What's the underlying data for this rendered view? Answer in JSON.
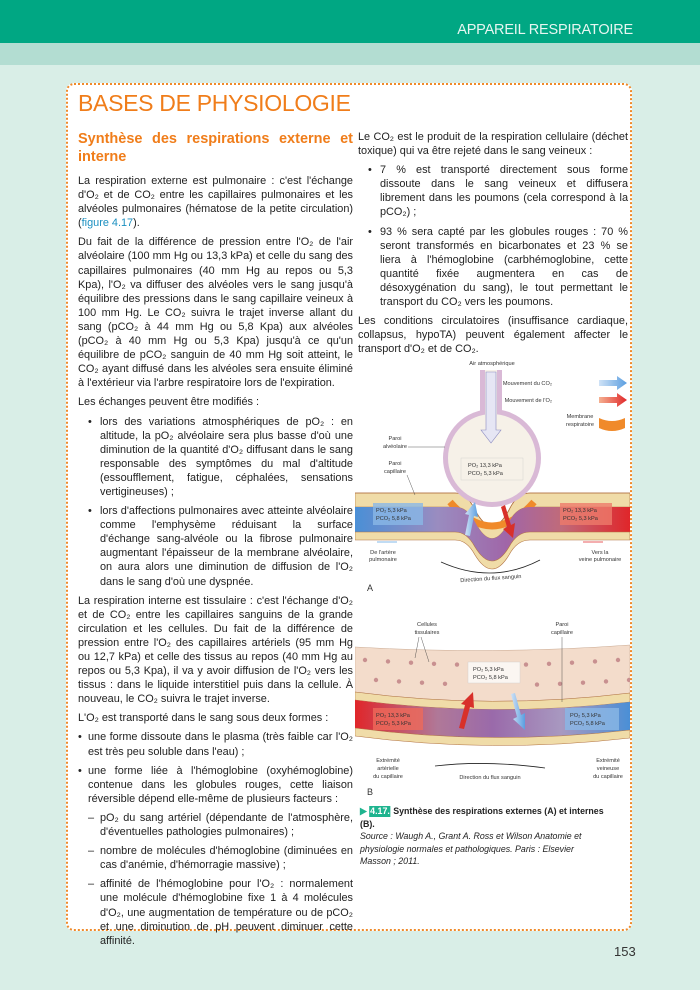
{
  "header": {
    "section": "APPAREIL RESPIRATOIRE"
  },
  "page": {
    "title": "BASES DE PHYSIOLOGIE",
    "number": "153"
  },
  "colors": {
    "header": "#00a783",
    "accent": "#f07d1a",
    "link": "#1a8fc0"
  },
  "left": {
    "heading": "Synthèse des respirations externe et interne",
    "p1a": "La respiration externe est pulmonaire : c'est l'échange d'O₂ et de CO₂ entre les capillaires pulmonaires et les alvéoles pulmonaires (hématose de la petite circulation) (",
    "p1link": "figure 4.17",
    "p1b": ").",
    "p2": "Du fait de la différence de pression entre l'O₂ de l'air alvéolaire (100 mm Hg ou 13,3 kPa) et celle du sang des capillaires pulmonaires (40 mm Hg au repos ou 5,3 Kpa), l'O₂ va diffuser des alvéoles vers le sang jusqu'à équilibre des pressions dans le sang capillaire veineux à 100 mm Hg. Le CO₂ suivra le trajet inverse allant du sang (pCO₂ à 44 mm Hg ou 5,8 Kpa) aux alvéoles (pCO₂ à 40 mm Hg ou 5,3 Kpa) jusqu'à ce qu'un équilibre de pCO₂ sanguin de 40 mm Hg soit atteint, le CO₂ ayant diffusé dans les alvéoles sera ensuite éliminé à l'extérieur via l'arbre respiratoire lors de l'expiration.",
    "p3": "Les échanges peuvent être modifiés :",
    "b1": "lors des variations atmosphériques de pO₂ : en altitude, la pO₂ alvéolaire sera plus basse d'où une diminution de la quantité d'O₂ diffusant dans le sang responsable des symptômes du mal d'altitude (essoufflement, fatigue, céphalées, sensations vertigineuses) ;",
    "b2": "lors d'affections pulmonaires avec atteinte alvéolaire comme l'emphysème réduisant la surface d'échange sang-alvéole ou la fibrose pulmonaire augmentant l'épaisseur de la membrane alvéolaire, on aura alors une diminution de diffusion de l'O₂ dans le sang d'où une dyspnée.",
    "p4": "La respiration interne est tissulaire : c'est l'échange d'O₂ et de CO₂ entre les capillaires sanguins de la grande circulation et les cellules. Du fait de la différence de pression entre l'O₂ des capillaires artériels (95 mm Hg ou 12,7 kPa) et celle des tissus au repos (40 mm Hg au repos ou 5,3 Kpa), il va y avoir diffusion de l'O₂ vers les tissus : dans le liquide interstitiel puis dans la cellule. À nouveau, le CO₂ suivra le trajet inverse.",
    "p5": "L'O₂ est transporté dans le sang sous deux formes :",
    "b3": "une forme dissoute dans le plasma (très faible car l'O₂ est très peu soluble dans l'eau) ;",
    "b4": "une forme liée à l'hémoglobine (oxyhémoglobine) contenue dans les globules rouges, cette liaison réversible dépend elle-même de plusieurs facteurs :",
    "d1": "pO₂ du sang artériel (dépendante de l'atmosphère, d'éventuelles pathologies pulmonaires) ;",
    "d2": "nombre de molécules d'hémoglobine (diminuées en cas d'anémie, d'hémorragie massive) ;",
    "d3": "affinité de l'hémoglobine pour l'O₂ : normalement une molécule d'hémoglobine fixe 1 à 4 molécules d'O₂, une augmentation de température ou de pCO₂ et une diminution de pH peuvent diminuer cette affinité."
  },
  "right": {
    "p1": "Le CO₂ est le produit de la respiration cellulaire (déchet toxique) qui va être rejeté dans le sang veineux :",
    "b1": "7 % est transporté directement sous forme dissoute dans le sang veineux et diffusera librement dans les poumons (cela correspond à la pCO₂) ;",
    "b2": "93 % sera capté par les globules rouges : 70 % seront transformés en bicarbonates et 23 % se liera à l'hémoglobine (carbhémoglobine, cette quantité fixée augmentera en cas de désoxygénation du sang), le tout permettant le transport du CO₂ vers les poumons.",
    "p2": "Les conditions circulatoires (insuffisance cardiaque, collapsus, hypoTA) peuvent également affecter le transport d'O₂ et de CO₂."
  },
  "figure": {
    "a": {
      "label": "A",
      "air": "Air atmosphérique",
      "legend_co2": "Mouvement du CO₂",
      "legend_o2": "Mouvement de l'O₂",
      "legend_membrane1": "Membrane",
      "legend_membrane2": "respiratoire",
      "paroi_alv1": "Paroi",
      "paroi_alv2": "alvéolaire",
      "paroi_cap1": "Paroi",
      "paroi_cap2": "capillaire",
      "alv_po2": "PO₂ 13,3 kPa",
      "alv_pco2": "PCO₂ 5,3 kPa",
      "left_po2": "PO₂ 5,3 kPa",
      "left_pco2": "PCO₂ 5,8 kPa",
      "right_po2": "PO₂ 13,3 kPa",
      "right_pco2": "PCO₂ 5,3 kPa",
      "from1": "De l'artère",
      "from2": "pulmonaire",
      "to1": "Vers la",
      "to2": "veine pulmonaire",
      "flow": "Direction du flux sanguin"
    },
    "b": {
      "label": "B",
      "cells1": "Cellules",
      "cells2": "tissulaires",
      "paroi1": "Paroi",
      "paroi2": "capillaire",
      "tis_po2": "PO₂ 5,3 kPa",
      "tis_pco2": "PCO₂ 5,8 kPa",
      "left_po2": "PO₂ 13,3 kPa",
      "left_pco2": "PCO₂ 5,3 kPa",
      "right_po2": "PO₂ 5,3 kPa",
      "right_pco2": "PCO₂ 5,8 kPa",
      "art1": "Extrémité",
      "art2": "artérielle",
      "art3": "du capillaire",
      "ven1": "Extrémité",
      "ven2": "veineuse",
      "ven3": "du capillaire",
      "flow": "Direction du flux sanguin"
    },
    "caption": {
      "number": "4.17.",
      "title": "Synthèse des respirations externes (A) et internes (B).",
      "source": "Source : Waugh A., Grant A. Ross et Wilson Anatomie et physiologie normales et pathologiques. Paris : Elsevier Masson ; 2011."
    }
  }
}
